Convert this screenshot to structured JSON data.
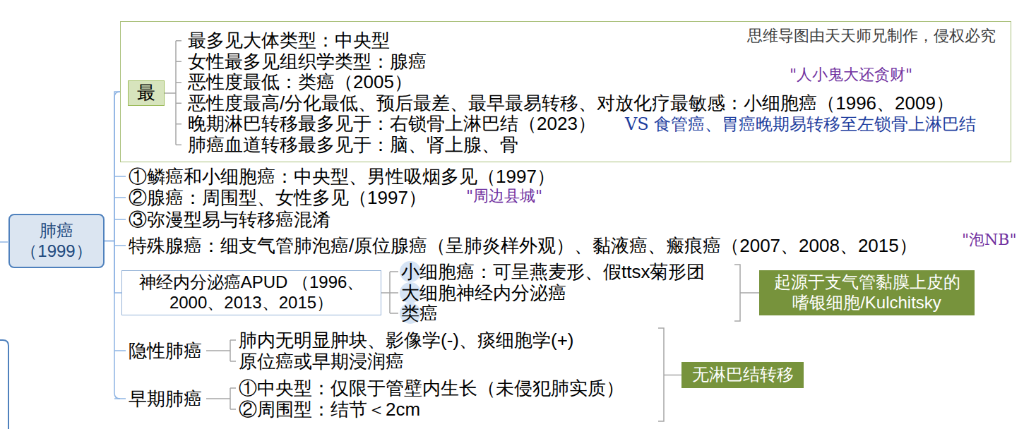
{
  "diagram": {
    "nodes": [
      {
        "text": [
          "肺癌 （1999）"
        ]
      },
      {
        "text": [
          "最多见大体类型：中央型",
          "女性最多见组织学类型：腺癌",
          "恶性度最低：类癌（2005）",
          "恶性度最高/分化最低、预后最差、最早最易转移、对放化疗最敏感：小细胞癌（1996、2009）",
          "晚期淋巴转移最多见于：右锁骨上淋巴结（2023）",
          "肺癌血道转移最多见于：脑、肾上腺、骨"
        ]
      },
      {
        "text": [
          "最"
        ],
        "in": 1
      },
      {
        "text": [
          "神经内分泌癌APUD （1996、2000、2013、2015）"
        ]
      },
      {
        "text": [
          "起源于支气管黏膜上皮的 嗜银细胞/Kulchitsky"
        ]
      },
      {
        "text": [
          "无淋巴结转移"
        ]
      }
    ],
    "edges": [
      {
        "from": 0,
        "to": 1,
        "arrow": "none"
      },
      {
        "from": 0,
        "to": 3,
        "arrow": "none"
      }
    ],
    "labels": [
      "思维导图由天天师兄制作，侵权必究",
      "\"人小鬼大还贪财\"",
      "VS 食管癌、胃癌晚期易转移至左锁骨上淋巴结",
      "①鳞癌和小细胞癌：中央型、男性吸烟多见（1997）",
      "②腺癌：周围型、女性多见（1997）",
      "\"周边县城\"",
      "③弥漫型易与转移癌混淆",
      "特殊腺癌：细支气管肺泡癌/原位腺癌（呈肺炎样外观）、黏液癌、瘢痕癌（2007、2008、2015）",
      "\"泡NB\"",
      "小细胞癌：可呈燕麦形、假ttsx菊形团",
      "大细胞神经内分泌癌",
      "类癌",
      "隐性肺癌",
      "肺内无明显肿块、影像学(-)、痰细胞学(+)",
      "原位癌或早期浸润癌",
      "早期肺癌",
      "①中央型：仅限于管壁内生长（未侵犯肺实质）",
      "②周围型：结节＜2cm"
    ]
  }
}
